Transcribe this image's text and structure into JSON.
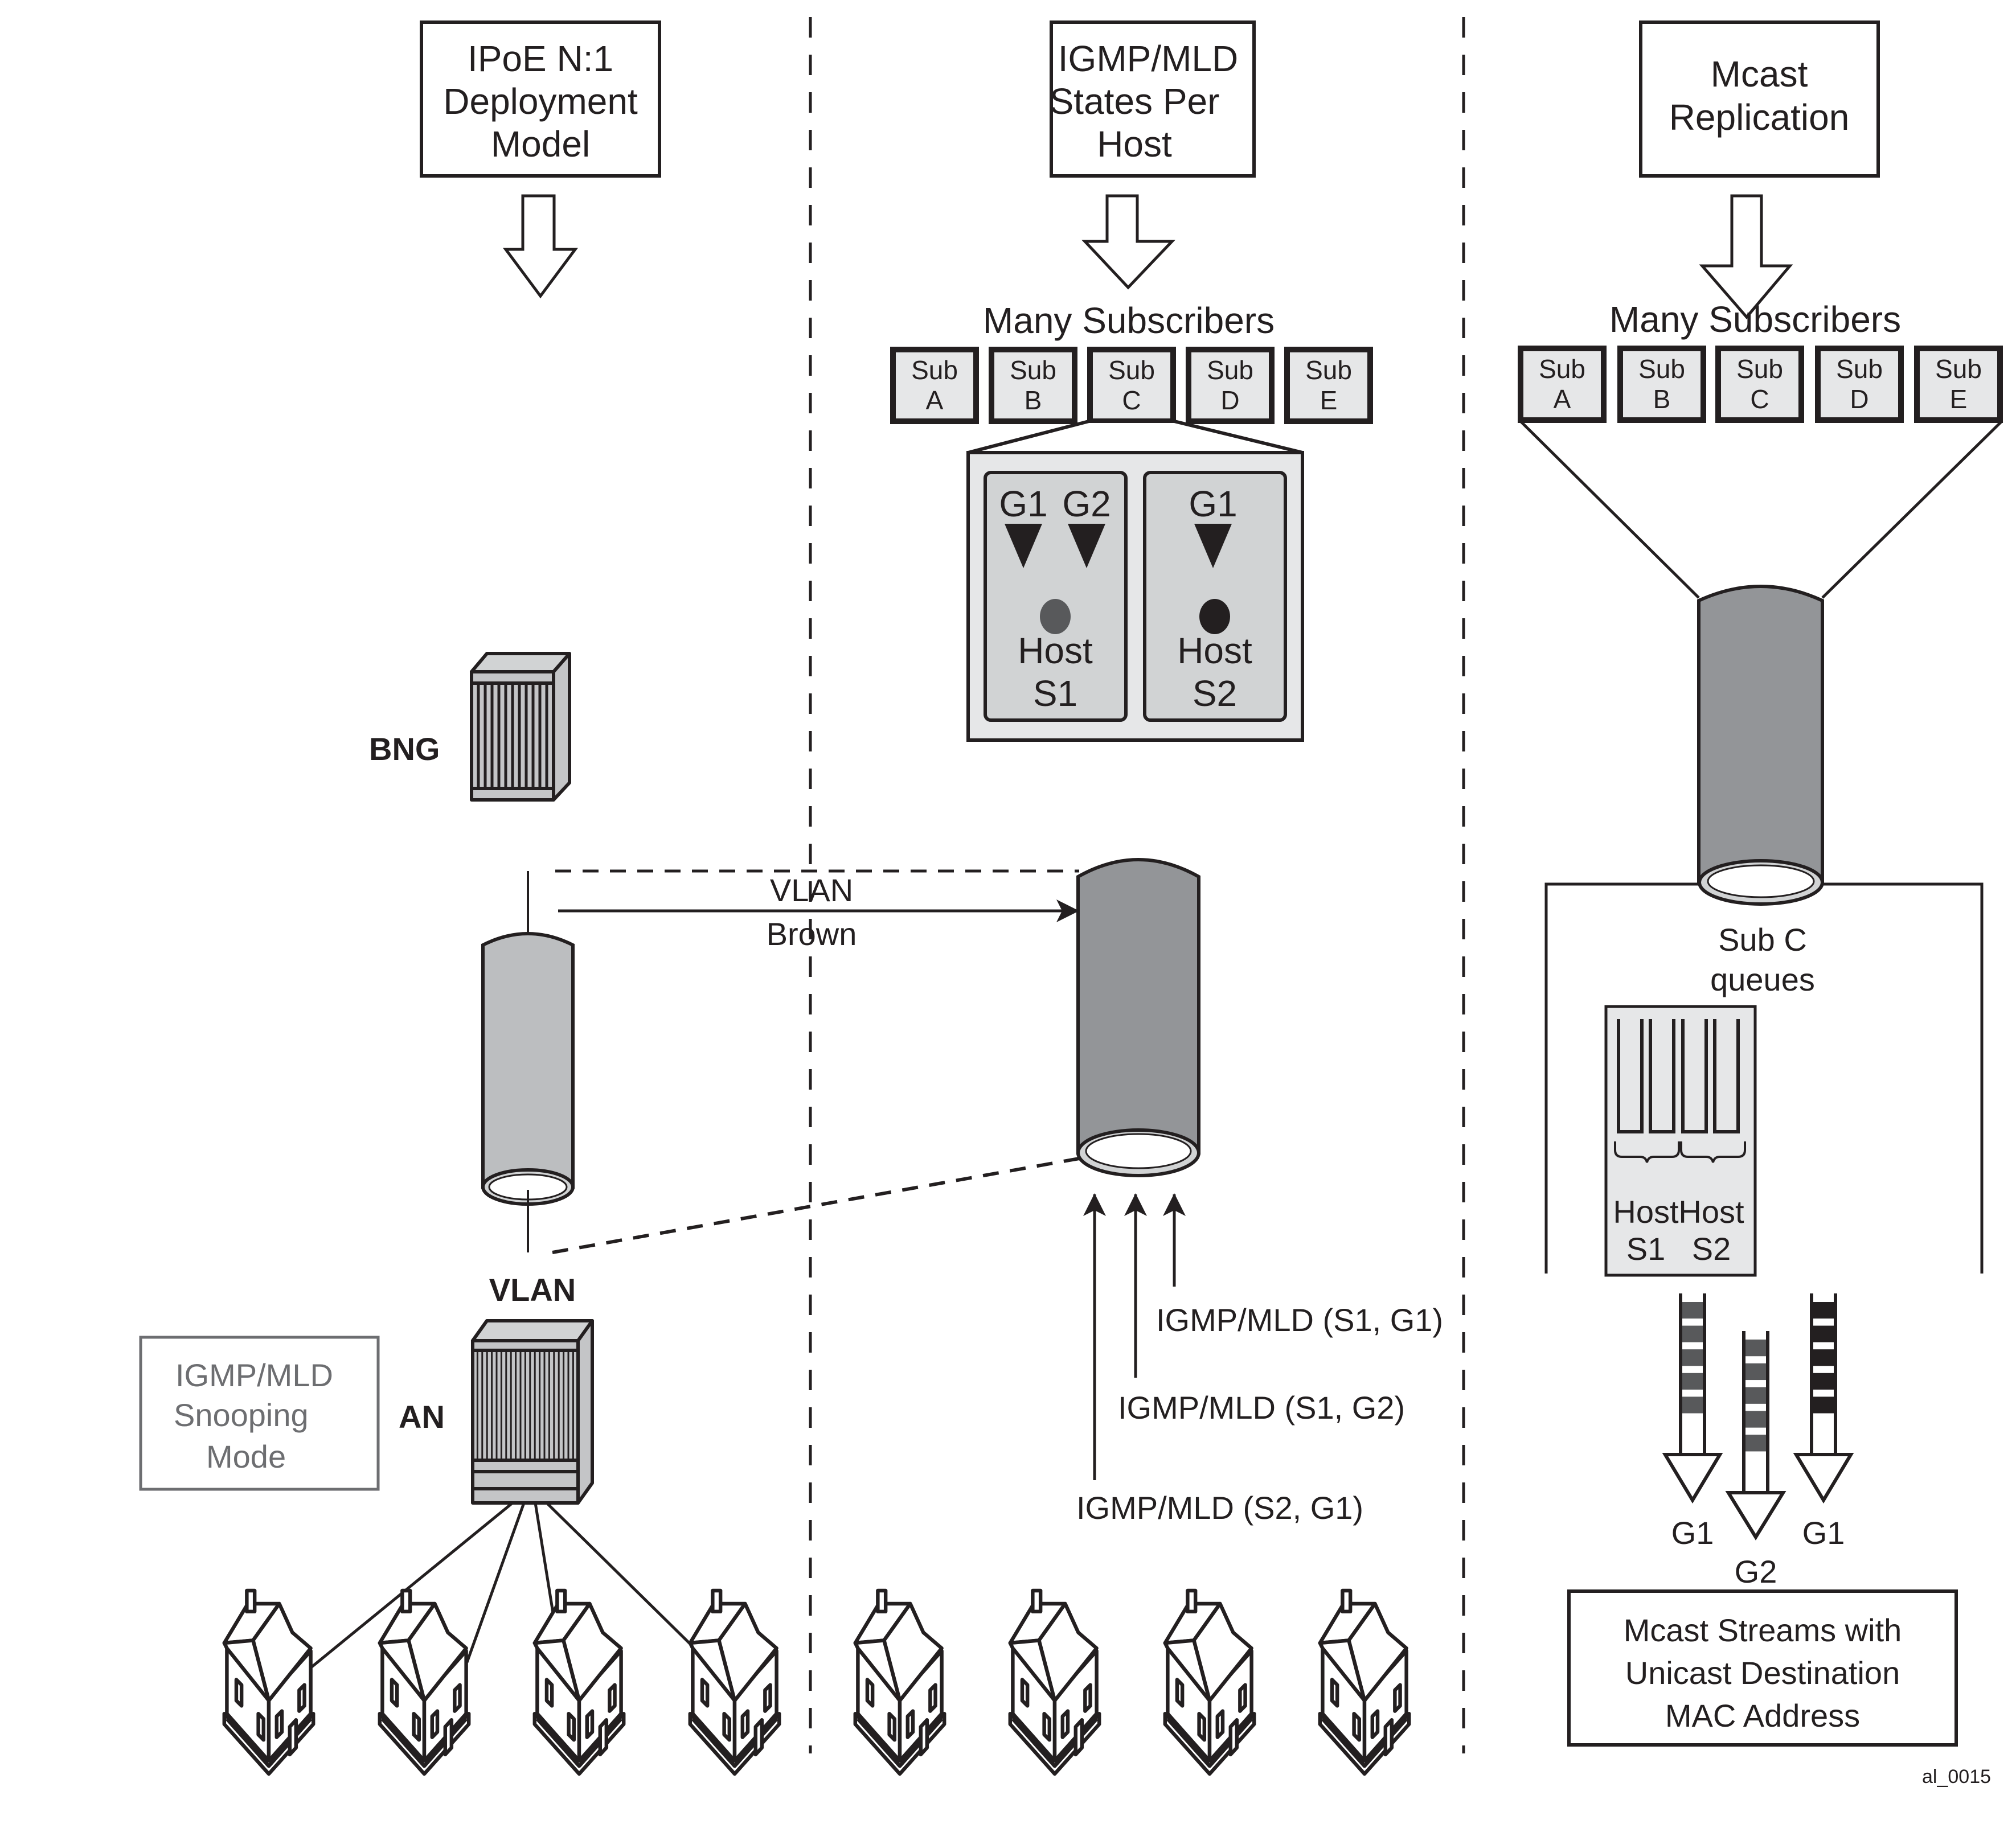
{
  "figure_id": "al_0015",
  "colors": {
    "ink": "#231f20",
    "light_fill": "#e6e7e8",
    "mid_fill": "#d1d3d4",
    "device_fill": "#c4c5c7",
    "pipe_light": "#bcbec0",
    "pipe_dark": "#939598",
    "stream_gray": "#58595b",
    "stream_black": "#231f20",
    "snoop_gray": "#6d6e71"
  },
  "columns": {
    "left": {
      "title_lines": [
        "IPoE N:1",
        "Deployment",
        "Model"
      ],
      "bng_label": "BNG",
      "vlan_label": "VLAN",
      "an_label": "AN",
      "snooping_box_lines": [
        "IGMP/MLD",
        "Snooping",
        "Mode"
      ],
      "houses": 4
    },
    "middle": {
      "title_lines": [
        "IGMP/MLD",
        "States Per",
        "Host"
      ],
      "subscribers_heading": "Many Subscribers",
      "subscribers": [
        {
          "line1": "Sub",
          "line2": "A"
        },
        {
          "line1": "Sub",
          "line2": "B"
        },
        {
          "line1": "Sub",
          "line2": "C"
        },
        {
          "line1": "Sub",
          "line2": "D"
        },
        {
          "line1": "Sub",
          "line2": "E"
        }
      ],
      "hosts": [
        {
          "groups": [
            "G1",
            "G2"
          ],
          "label_line1": "Host",
          "label_line2": "S1",
          "dot_color": "#58595b"
        },
        {
          "groups": [
            "G1"
          ],
          "label_line1": "Host",
          "label_line2": "S2",
          "dot_color": "#231f20"
        }
      ],
      "vlan_arrow_lines": [
        "VLAN",
        "Brown"
      ],
      "igmp_reports": [
        "IGMP/MLD (S1, G1)",
        "IGMP/MLD (S1, G2)",
        "IGMP/MLD (S2, G1)"
      ],
      "houses": 4
    },
    "right": {
      "title_lines": [
        "Mcast",
        "Replication"
      ],
      "subscribers_heading": "Many Subscribers",
      "subscribers": [
        {
          "line1": "Sub",
          "line2": "A"
        },
        {
          "line1": "Sub",
          "line2": "B"
        },
        {
          "line1": "Sub",
          "line2": "C"
        },
        {
          "line1": "Sub",
          "line2": "D"
        },
        {
          "line1": "Sub",
          "line2": "E"
        }
      ],
      "queues_label_lines": [
        "Sub C",
        "queues"
      ],
      "queue_hosts": [
        {
          "line1": "Host",
          "line2": "S1"
        },
        {
          "line1": "Host",
          "line2": "S2"
        }
      ],
      "streams": [
        {
          "label": "G1",
          "color": "#58595b"
        },
        {
          "label": "G2",
          "color": "#58595b"
        },
        {
          "label": "G1",
          "color": "#231f20"
        }
      ],
      "result_box_lines": [
        "Mcast Streams with",
        "Unicast Destination",
        "MAC Address"
      ]
    }
  }
}
